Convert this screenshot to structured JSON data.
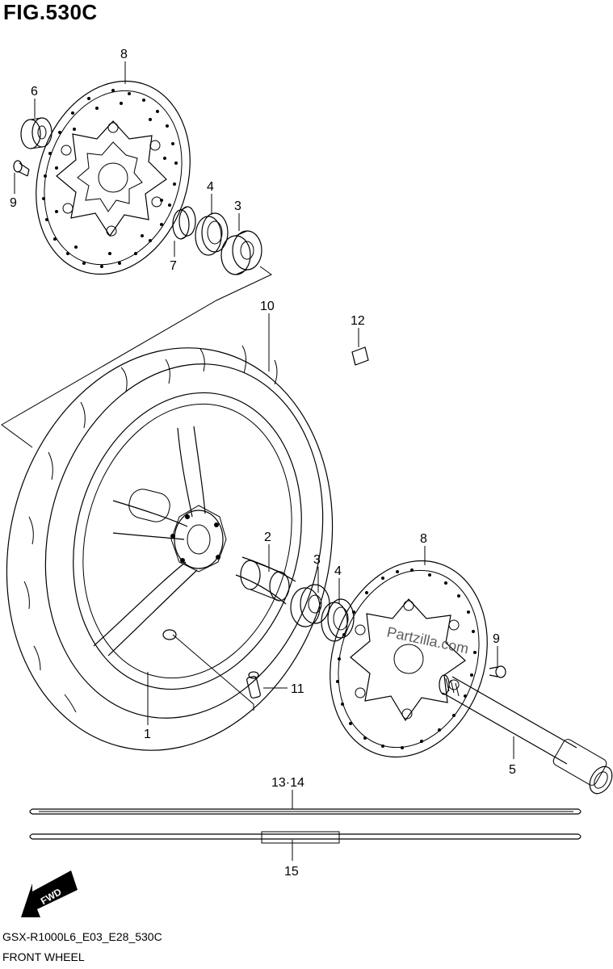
{
  "figure": {
    "title": "FIG.530C",
    "model_code": "GSX-R1000L6_E03_E28_530C",
    "section_name": "FRONT WHEEL",
    "watermark": "Partzilla.com",
    "fwd_label": "FWD"
  },
  "callouts": [
    {
      "id": "c8a",
      "label": "8"
    },
    {
      "id": "c6",
      "label": "6"
    },
    {
      "id": "c9a",
      "label": "9"
    },
    {
      "id": "c4a",
      "label": "4"
    },
    {
      "id": "c3a",
      "label": "3"
    },
    {
      "id": "c7",
      "label": "7"
    },
    {
      "id": "c10",
      "label": "10"
    },
    {
      "id": "c12",
      "label": "12"
    },
    {
      "id": "c2",
      "label": "2"
    },
    {
      "id": "c8b",
      "label": "8"
    },
    {
      "id": "c3b",
      "label": "3"
    },
    {
      "id": "c4b",
      "label": "4"
    },
    {
      "id": "c9b",
      "label": "9"
    },
    {
      "id": "c11",
      "label": "11"
    },
    {
      "id": "c1",
      "label": "1"
    },
    {
      "id": "c5",
      "label": "5"
    },
    {
      "id": "c1314",
      "label": "13·14"
    },
    {
      "id": "c15",
      "label": "15"
    }
  ]
}
